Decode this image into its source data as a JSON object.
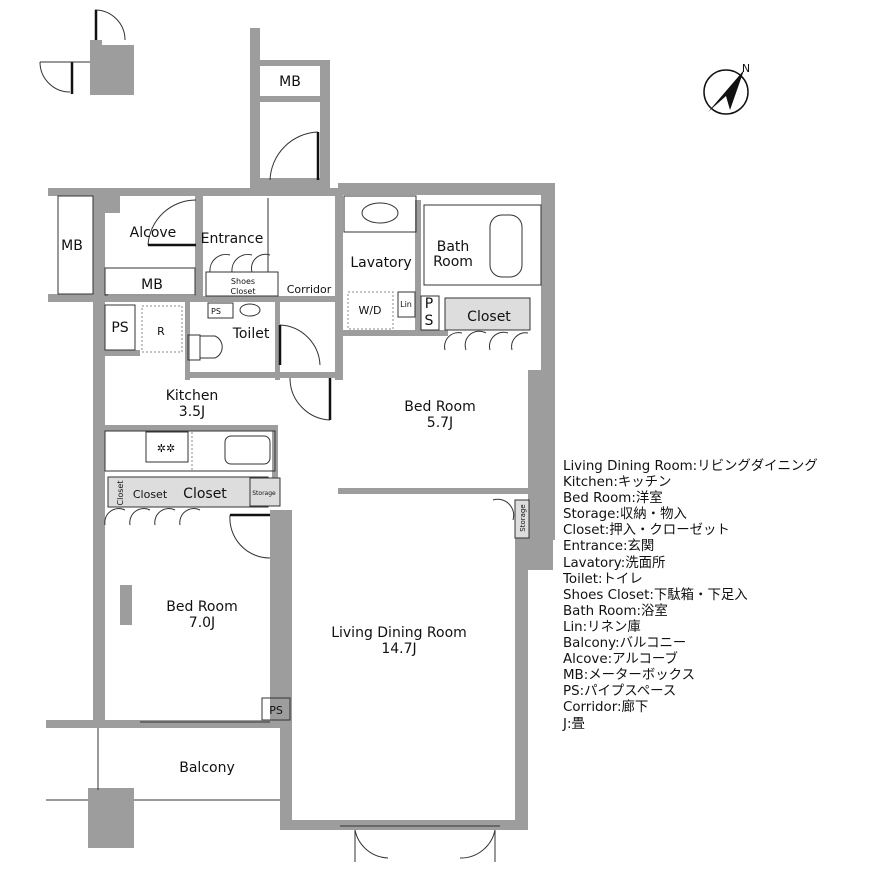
{
  "rooms": {
    "mb_top": "MB",
    "alcove": "Alcove",
    "entrance": "Entrance",
    "mb_left": "MB",
    "mb_mid": "MB",
    "shoes_closet_1": "Shoes",
    "shoes_closet_2": "Closet",
    "corridor": "Corridor",
    "lavatory": "Lavatory",
    "bath_1": "Bath",
    "bath_2": "Room",
    "wd": "W/D",
    "lin": "Lin",
    "ps_p": "P",
    "ps_s": "S",
    "closet_bed1": "Closet",
    "ps_kitchen": "PS",
    "refrigerator": "R",
    "ps_small": "PS",
    "toilet": "Toilet",
    "kitchen": "Kitchen",
    "kitchen_size": "3.5J",
    "bed1": "Bed Room",
    "bed1_size": "5.7J",
    "closet_v": "Closet",
    "closet_s": "Closet",
    "closet_l": "Closet",
    "storage_1": "Storage",
    "storage_2": "Storage",
    "bed2": "Bed Room",
    "bed2_size": "7.0J",
    "ldr": "Living Dining Room",
    "ldr_size": "14.7J",
    "ps_bed2": "PS",
    "balcony": "Balcony"
  },
  "compass": {
    "label": "N",
    "icon": "north-arrow-icon"
  },
  "legend": [
    "Living Dining Room:リビングダイニング",
    "Kitchen:キッチン",
    "Bed Room:洋室",
    "Storage:収納・物入",
    "Closet:押入・クローゼット",
    "Entrance:玄関",
    "Lavatory:洗面所",
    "Toilet:トイレ",
    "Shoes Closet:下駄箱・下足入",
    "Bath Room:浴室",
    "Lin:リネン庫",
    "Balcony:バルコニー",
    "Alcove:アルコーブ",
    "MB:メーターボックス",
    "PS:パイプスペース",
    "Corridor:廊下",
    "J:畳"
  ],
  "colors": {
    "wall": "#9d9d9d",
    "closet_fill": "#dddddd"
  }
}
